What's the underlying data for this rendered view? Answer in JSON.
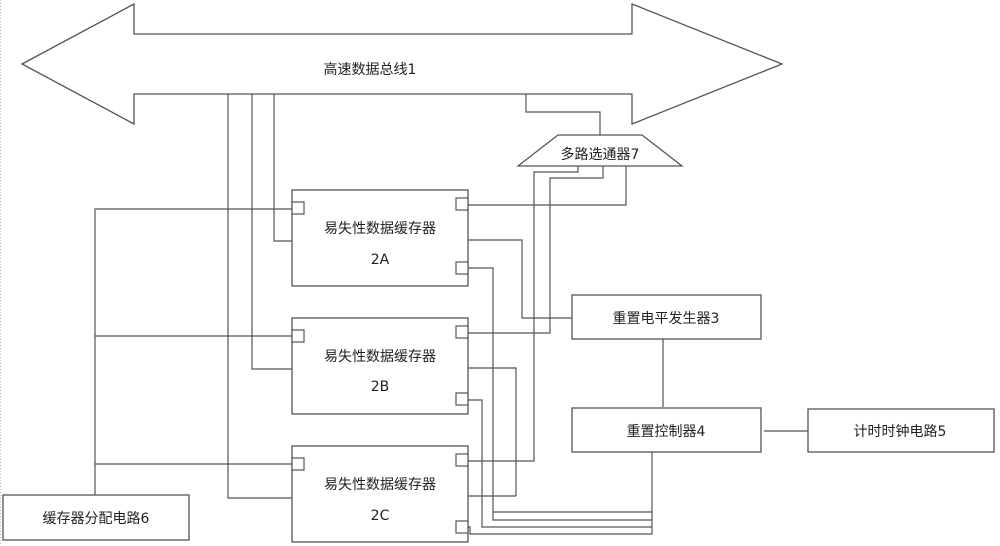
{
  "bus": {
    "label": "高速数据总线1"
  },
  "mux": {
    "label": "多路选通器7"
  },
  "buffers": [
    {
      "label": "易失性数据缓存器",
      "id": "2A"
    },
    {
      "label": "易失性数据缓存器",
      "id": "2B"
    },
    {
      "label": "易失性数据缓存器",
      "id": "2C"
    }
  ],
  "reset_level_generator": {
    "label": "重置电平发生器3"
  },
  "reset_controller": {
    "label": "重置控制器4"
  },
  "timer_clock": {
    "label": "计时时钟电路5"
  },
  "cache_alloc": {
    "label": "缓存器分配电路6"
  }
}
